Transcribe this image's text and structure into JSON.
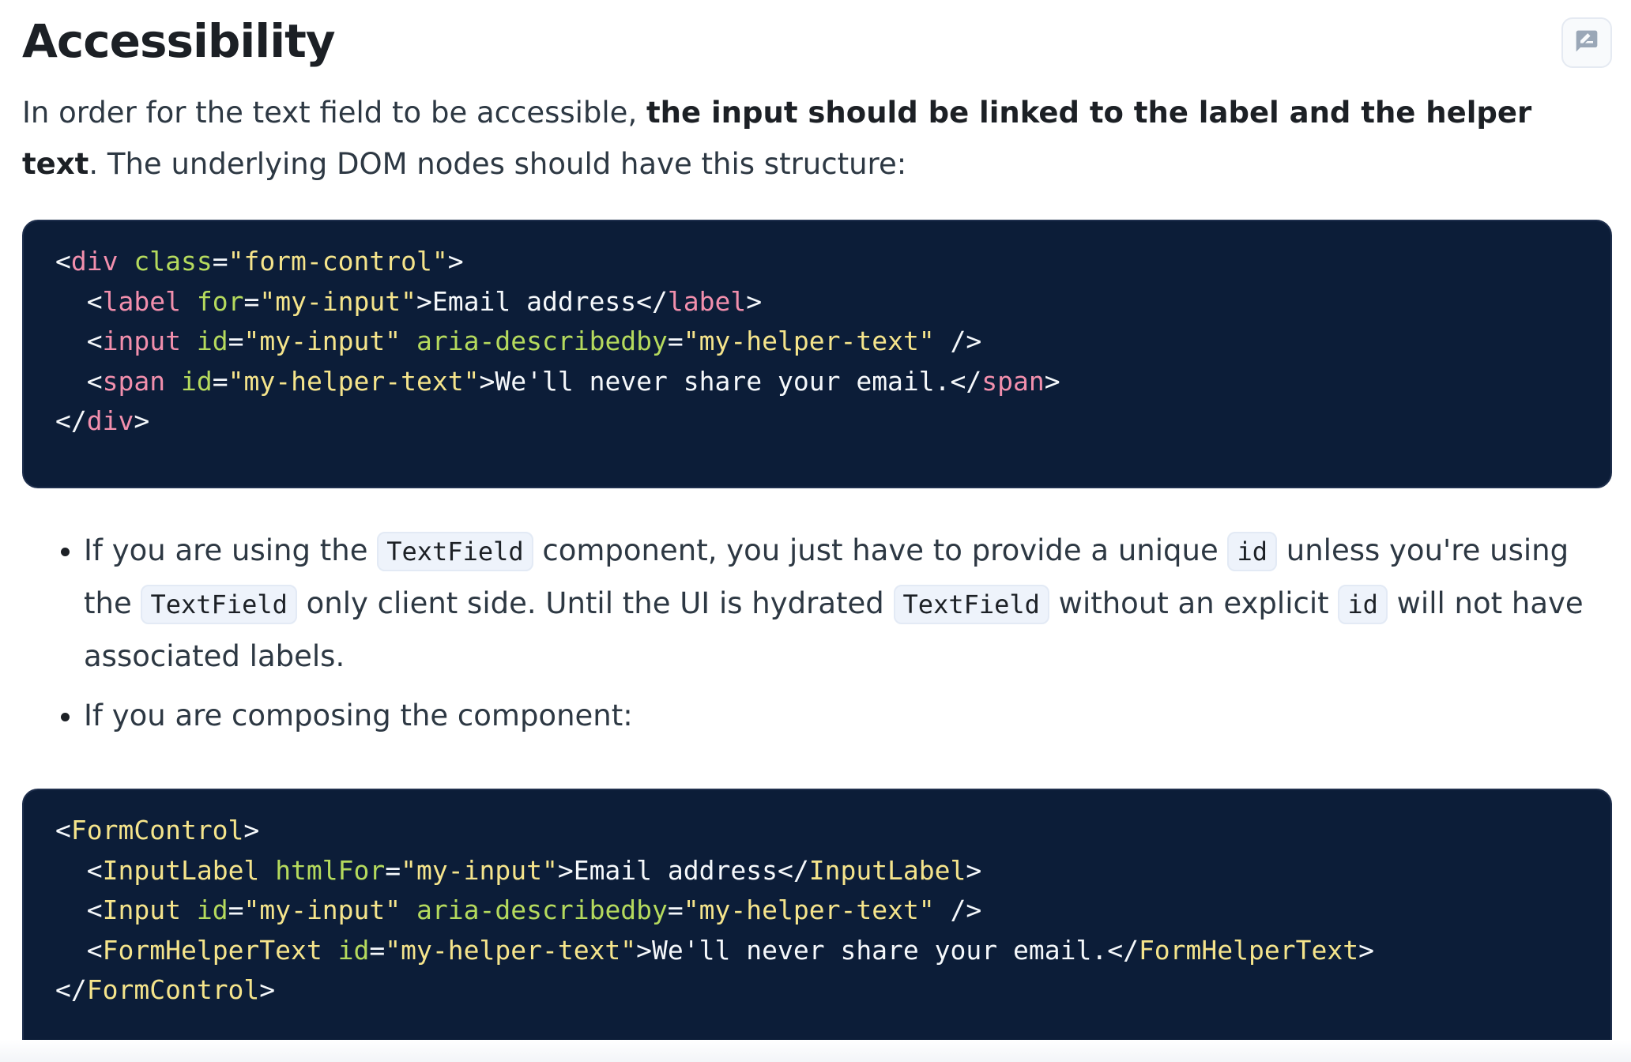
{
  "section": {
    "title": "Accessibility",
    "feedback_icon": "feedback-icon"
  },
  "intro": {
    "text_before": "In order for the text field to be accessible, ",
    "bold": "the input should be linked to the label and the helper text",
    "text_after": ". The underlying DOM nodes should have this structure:"
  },
  "code_html": {
    "line1": {
      "open": "<",
      "tag": "div",
      "attr": "class",
      "eq": "=",
      "val": "\"form-control\"",
      "close": ">"
    },
    "line2": {
      "indent": "  ",
      "open": "<",
      "tag": "label",
      "attr": "for",
      "eq": "=",
      "val": "\"my-input\"",
      "mid": ">Email address</",
      "tag2": "label",
      "close": ">"
    },
    "line3": {
      "indent": "  ",
      "open": "<",
      "tag": "input",
      "attr1": "id",
      "eq1": "=",
      "val1": "\"my-input\"",
      "attr2": "aria-describedby",
      "eq2": "=",
      "val2": "\"my-helper-text\"",
      "close": " />"
    },
    "line4": {
      "indent": "  ",
      "open": "<",
      "tag": "span",
      "attr": "id",
      "eq": "=",
      "val": "\"my-helper-text\"",
      "mid": ">We'll never share your email.</",
      "tag2": "span",
      "close": ">"
    },
    "line5": {
      "open": "</",
      "tag": "div",
      "close": ">"
    }
  },
  "bullets": [
    {
      "p1": "If you are using the ",
      "c1": "TextField",
      "p2": " component, you just have to provide a unique ",
      "c2": "id",
      "p3": " unless you're using the ",
      "c3": "TextField",
      "p4": " only client side. Until the UI is hydrated ",
      "c4": "TextField",
      "p5": " without an explicit ",
      "c5": "id",
      "p6": " will not have associated labels."
    },
    {
      "p1": "If you are composing the component:"
    }
  ],
  "code_jsx": {
    "line1": {
      "open": "<",
      "tag": "FormControl",
      "close": ">"
    },
    "line2": {
      "indent": "  ",
      "open": "<",
      "tag": "InputLabel",
      "attr": "htmlFor",
      "eq": "=",
      "val": "\"my-input\"",
      "mid": ">Email address</",
      "tag2": "InputLabel",
      "close": ">"
    },
    "line3": {
      "indent": "  ",
      "open": "<",
      "tag": "Input",
      "attr1": "id",
      "eq1": "=",
      "val1": "\"my-input\"",
      "attr2": "aria-describedby",
      "eq2": "=",
      "val2": "\"my-helper-text\"",
      "close": " />"
    },
    "line4": {
      "indent": "  ",
      "open": "<",
      "tag": "FormHelperText",
      "attr": "id",
      "eq": "=",
      "val": "\"my-helper-text\"",
      "mid": ">We'll never share your email.</",
      "tag2": "FormHelperText",
      "close": ">"
    },
    "line5": {
      "open": "</",
      "tag": "FormControl",
      "close": ">"
    }
  }
}
